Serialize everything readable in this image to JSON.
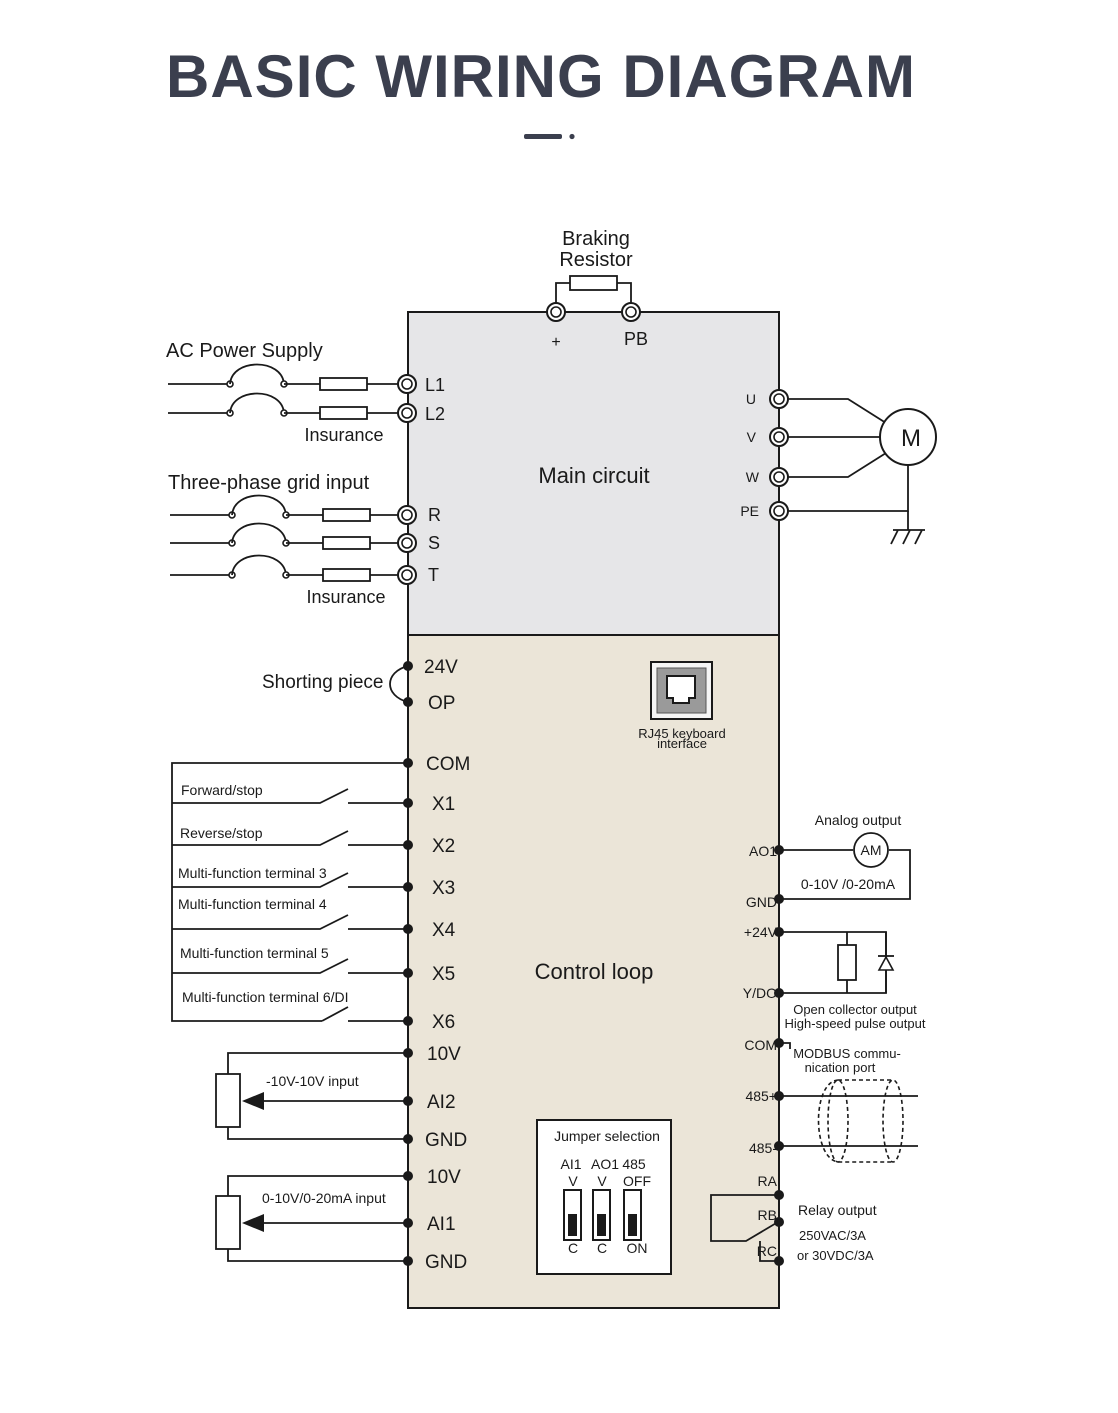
{
  "title": "BASIC WIRING DIAGRAM",
  "braking": {
    "line1": "Braking",
    "line2": "Resistor",
    "plus": "+",
    "pb": "PB"
  },
  "ac_power": {
    "label": "AC Power Supply",
    "terminals": [
      "L1",
      "L2"
    ],
    "fuse_label": "Insurance"
  },
  "three_phase": {
    "label": "Three-phase grid input",
    "terminals": [
      "R",
      "S",
      "T"
    ],
    "fuse_label": "Insurance"
  },
  "main_circuit": {
    "label": "Main circuit",
    "fill": "#e6e6e8"
  },
  "motor": {
    "symbol": "M",
    "terminals": [
      "U",
      "V",
      "W",
      "PE"
    ]
  },
  "control_loop": {
    "label": "Control loop",
    "fill": "#ebe5d8"
  },
  "shorting_piece": "Shorting piece",
  "left_terminals": [
    "24V",
    "OP",
    "COM",
    "X1",
    "X2",
    "X3",
    "X4",
    "X5",
    "X6",
    "10V",
    "AI2",
    "GND",
    "10V",
    "AI1",
    "GND"
  ],
  "switch_labels": [
    "Forward/stop",
    "Reverse/stop",
    "Multi-function terminal 3",
    "Multi-function terminal 4",
    "Multi-function terminal 5",
    "Multi-function terminal 6/DI"
  ],
  "pot_labels": [
    "-10V-10V input",
    "0-10V/0-20mA input"
  ],
  "rj45": {
    "line1": "RJ45 keyboard",
    "line2": "interface"
  },
  "jumper": {
    "title": "Jumper selection",
    "columns": [
      {
        "name": "AI1",
        "top": "V",
        "bottom": "C"
      },
      {
        "name": "AO1",
        "top": "V",
        "bottom": "C"
      },
      {
        "name": "485",
        "top": "OFF",
        "bottom": "ON"
      }
    ]
  },
  "right_terminals": [
    "AO1",
    "GND",
    "+24V",
    "Y/DO",
    "COM",
    "485+",
    "485-",
    "RA",
    "RB",
    "RC"
  ],
  "analog_output": {
    "label": "Analog output",
    "meter": "AM",
    "range": "0-10V /0-20mA"
  },
  "open_collector": {
    "line1": "Open collector output",
    "line2": "High-speed pulse output"
  },
  "modbus": {
    "line1": "MODBUS commu-",
    "line2": "nication port"
  },
  "relay": {
    "line1": "Relay output",
    "line2": "250VAC/3A",
    "line3": "or 30VDC/3A"
  }
}
